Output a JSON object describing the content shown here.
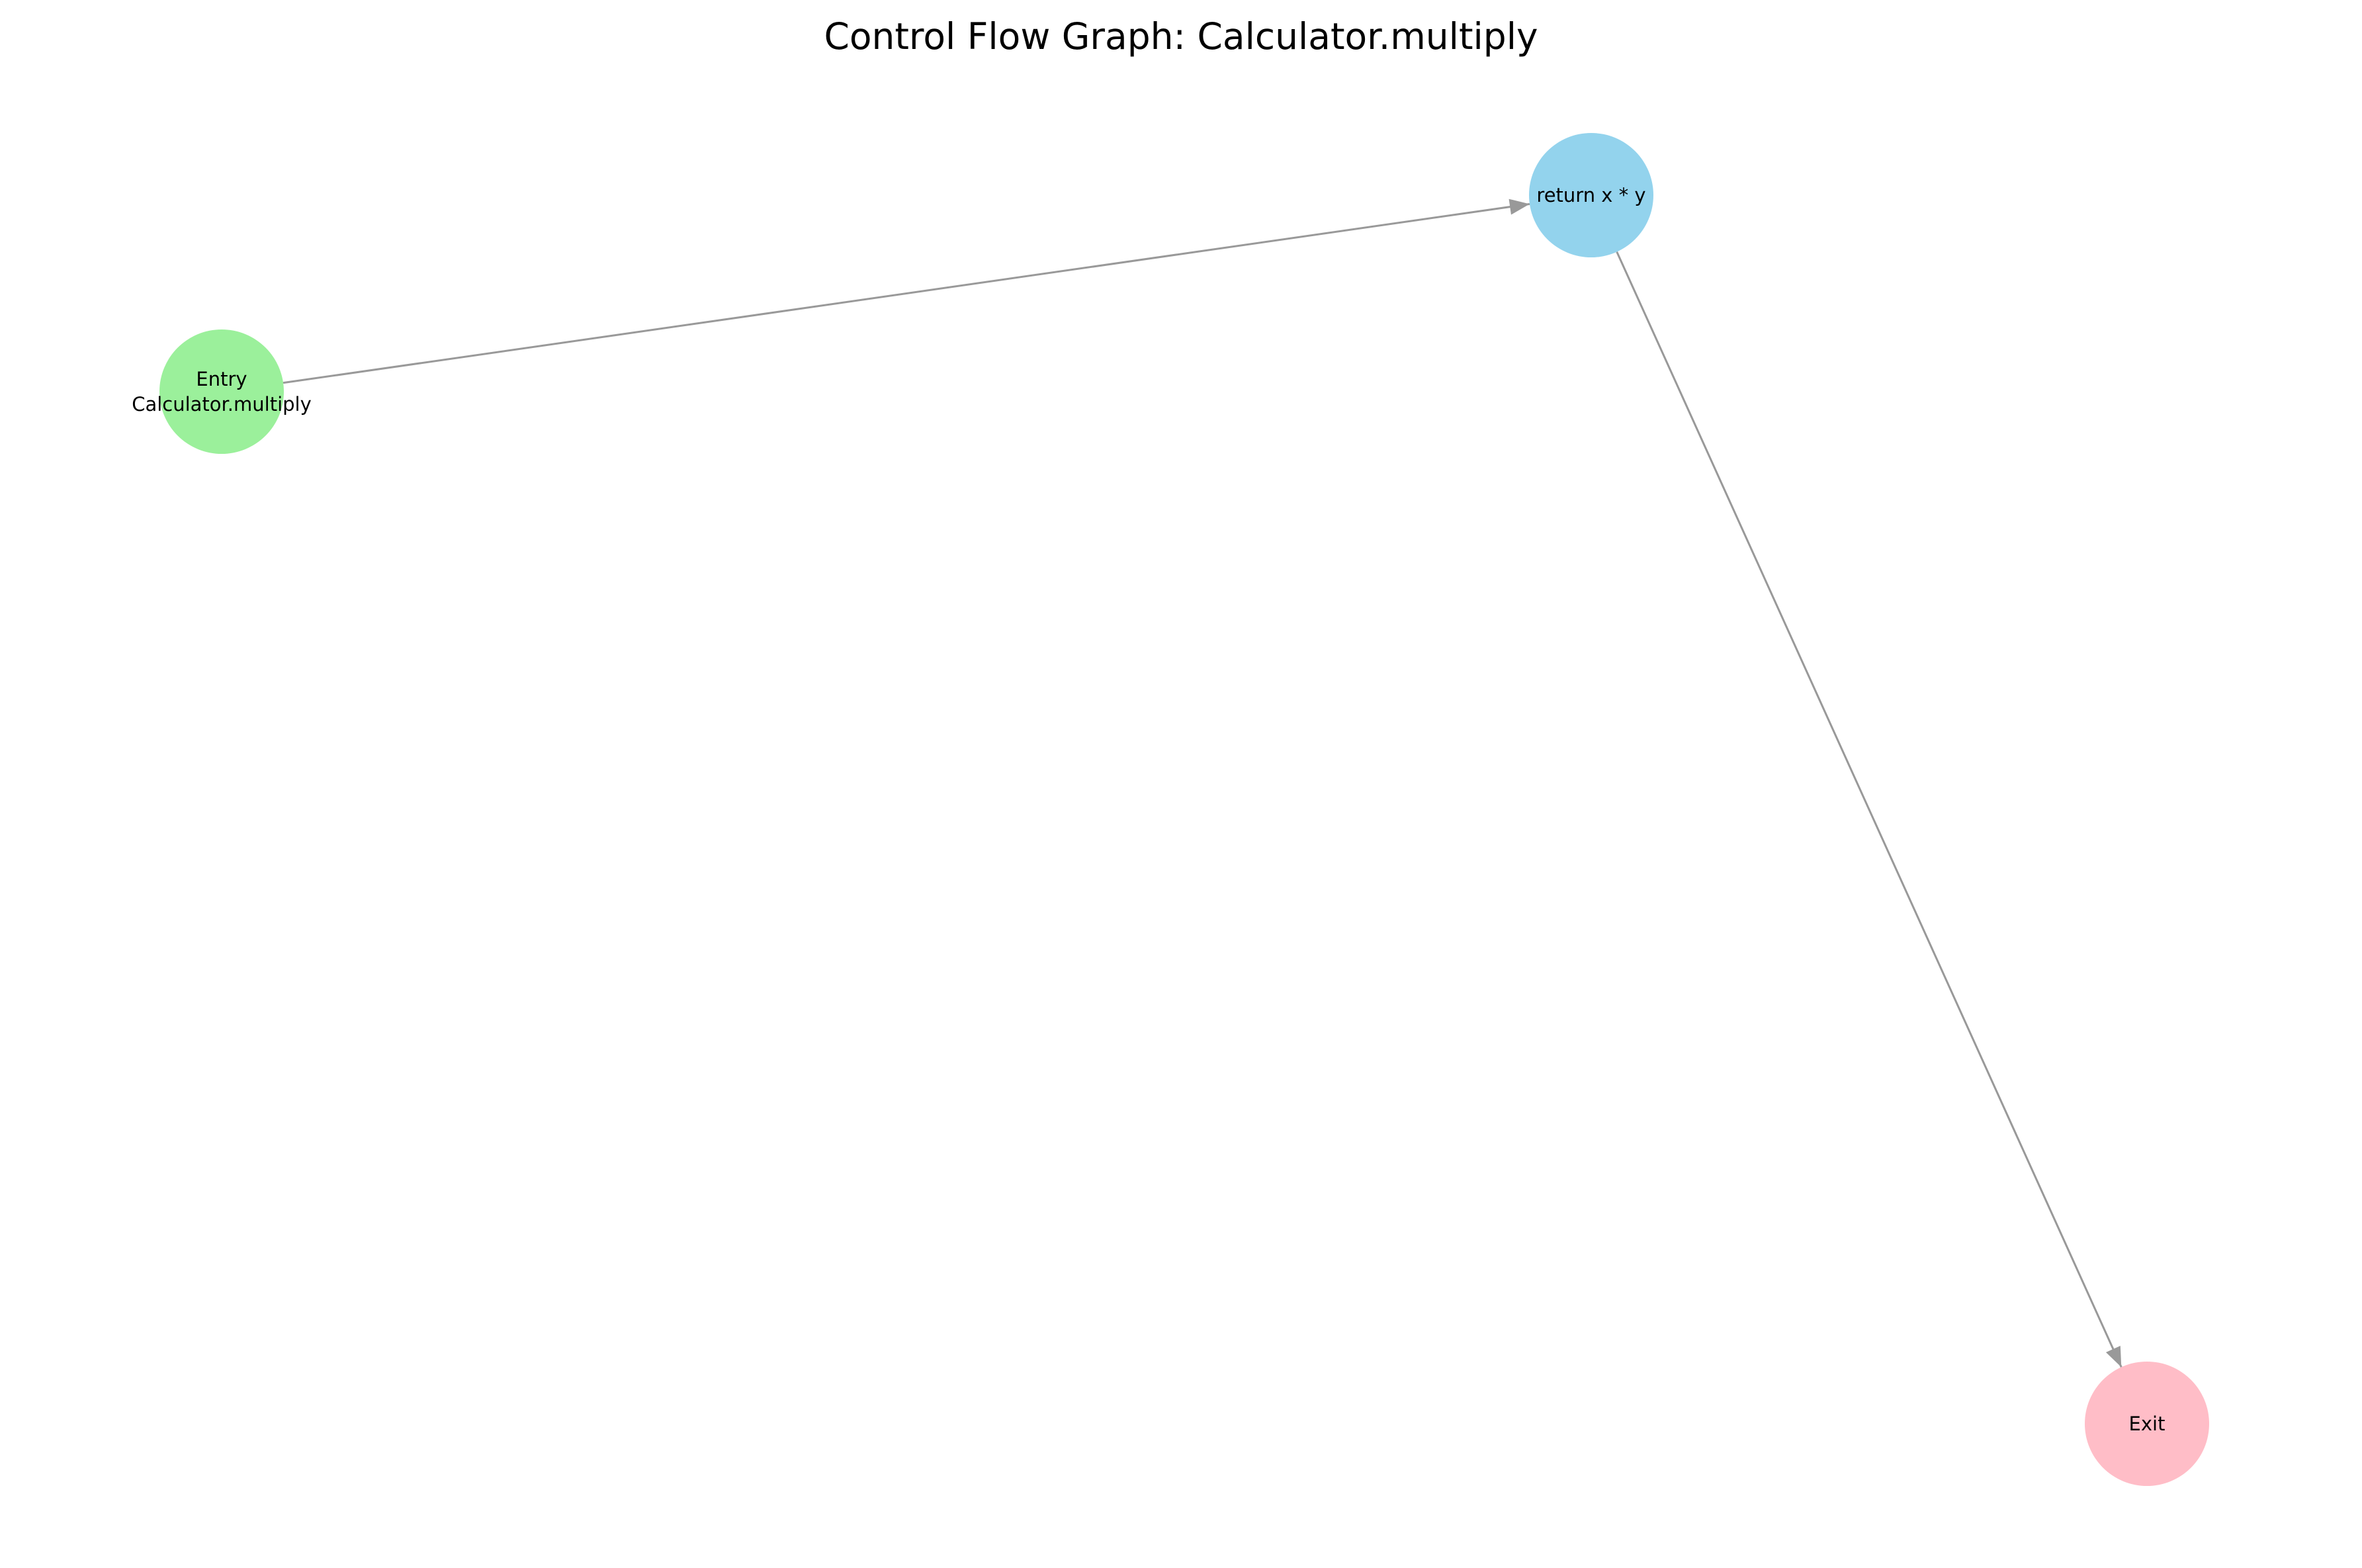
{
  "title": "Control Flow Graph: Calculator.multiply",
  "nodes": [
    {
      "id": "entry",
      "lines": [
        "Entry",
        "Calculator.multiply"
      ],
      "color": "#90EE90"
    },
    {
      "id": "return",
      "lines": [
        "return x * y"
      ],
      "color": "#87CEEB"
    },
    {
      "id": "exit",
      "lines": [
        "Exit"
      ],
      "color": "#FFB6C1"
    }
  ],
  "edges": [
    {
      "from": "entry",
      "to": "return"
    },
    {
      "from": "return",
      "to": "exit"
    }
  ],
  "edge_color": "#999999"
}
